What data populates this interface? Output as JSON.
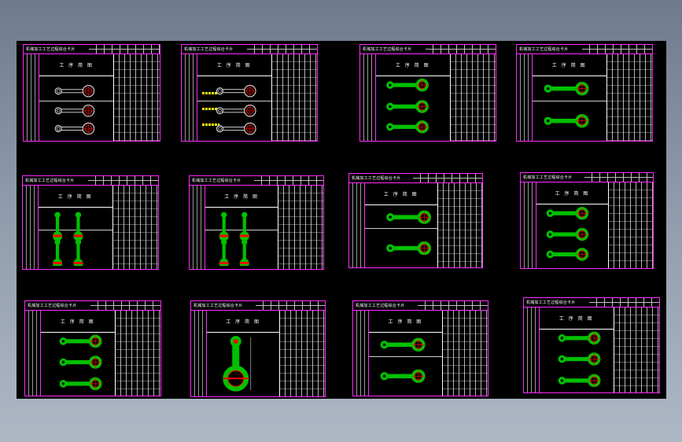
{
  "viewer": {
    "background_color": "#000000",
    "border_color": "#ff2bff",
    "part_color": "#00c000",
    "accent_color": "#ff0000"
  },
  "sheets": [
    {
      "title": "机械加工工艺过程综合卡片",
      "header": "工 序 简 图",
      "variant": "ghost"
    },
    {
      "title": "机械加工工艺过程综合卡片",
      "header": "工 序 简 图",
      "variant": "ghost"
    },
    {
      "title": "机械加工工艺过程综合卡片",
      "header": "工 序 简 图",
      "variant": "green3"
    },
    {
      "title": "机械加工工艺过程综合卡片",
      "header": "工 序 简 图",
      "variant": "green2"
    },
    {
      "title": "机械加工工艺过程综合卡片",
      "header": "工 序 简 图",
      "variant": "vert"
    },
    {
      "title": "机械加工工艺过程综合卡片",
      "header": "工 序 简 图",
      "variant": "vert"
    },
    {
      "title": "机械加工工艺过程综合卡片",
      "header": "工 序 简 图",
      "variant": "green2"
    },
    {
      "title": "机械加工工艺过程综合卡片",
      "header": "工 序 简 图",
      "variant": "green3"
    },
    {
      "title": "机械加工工艺过程综合卡片",
      "header": "工 序 简 图",
      "variant": "green3"
    },
    {
      "title": "机械加工工艺过程综合卡片",
      "header": "工 序 简 图",
      "variant": "single"
    },
    {
      "title": "机械加工工艺过程综合卡片",
      "header": "工 序 简 图",
      "variant": "green2"
    },
    {
      "title": "机械加工工艺过程综合卡片",
      "header": "工 序 简 图",
      "variant": "green3"
    }
  ]
}
